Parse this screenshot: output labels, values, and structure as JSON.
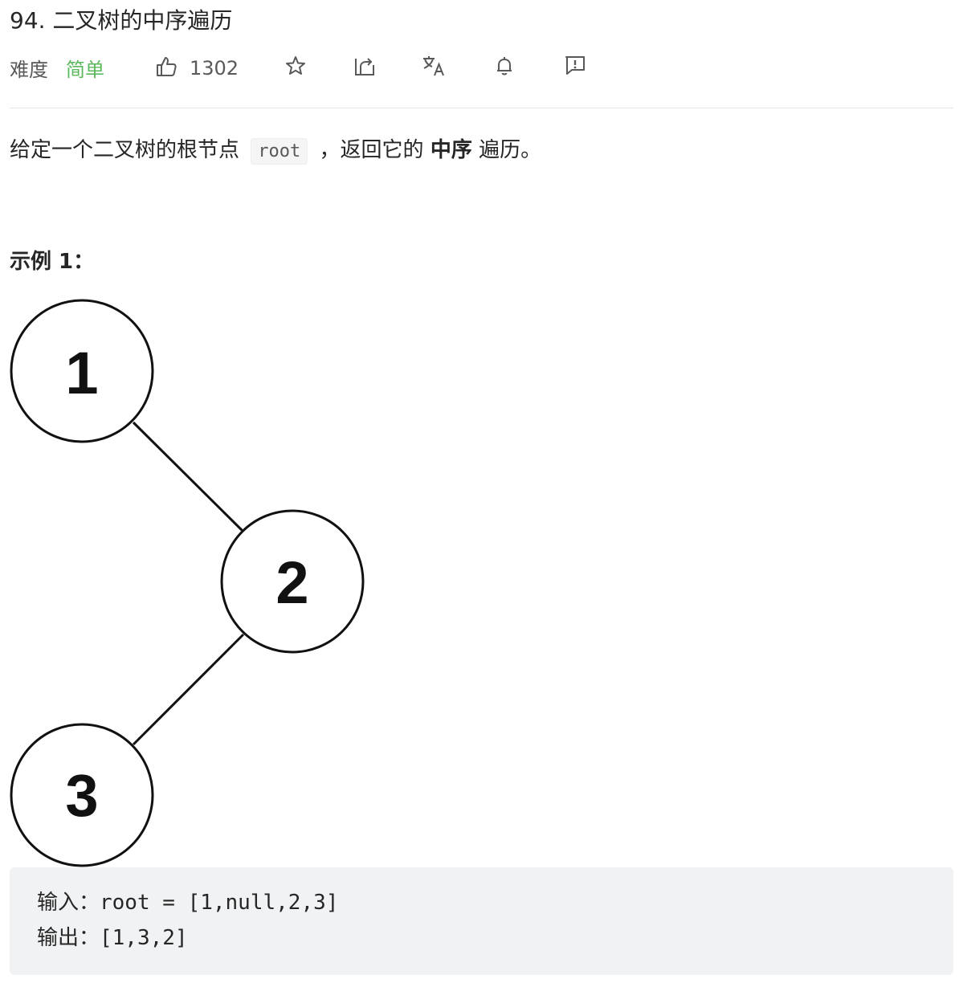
{
  "problem": {
    "title": "94. 二叉树的中序遍历"
  },
  "toolbar": {
    "difficulty_label": "难度",
    "difficulty_value": "简单",
    "likes": "1302",
    "colors": {
      "difficulty": "#5cb85c",
      "text_muted": "#595959"
    },
    "icons": [
      "thumbs-up-icon",
      "star-icon",
      "share-icon",
      "translate-icon",
      "bell-icon",
      "feedback-icon"
    ]
  },
  "description": {
    "prefix": "给定一个二叉树的根节点",
    "code": "root",
    "middle": "，返回它的",
    "emphasis": "中序",
    "suffix": "遍历。"
  },
  "example": {
    "title": "示例 1：",
    "tree": {
      "nodes": [
        "1",
        "2",
        "3"
      ],
      "edges": [
        [
          "1",
          "2"
        ],
        [
          "2",
          "3"
        ]
      ]
    },
    "input_line": "输入：root = [1,null,2,3]",
    "output_line": "输出：[1,3,2]"
  }
}
